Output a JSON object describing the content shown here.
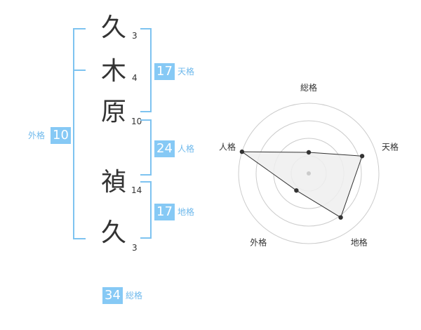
{
  "name": {
    "chars": [
      {
        "char": "久",
        "strokes": "3"
      },
      {
        "char": "木",
        "strokes": "4"
      },
      {
        "char": "原",
        "strokes": "10"
      },
      {
        "char": "禎",
        "strokes": "14"
      },
      {
        "char": "久",
        "strokes": "3"
      }
    ]
  },
  "fortunes": {
    "tenkaku": {
      "label": "天格",
      "value": "17"
    },
    "jinkaku": {
      "label": "人格",
      "value": "24"
    },
    "chikaku": {
      "label": "地格",
      "value": "17"
    },
    "gaikaku": {
      "label": "外格",
      "value": "10"
    },
    "soukaku": {
      "label": "総格",
      "value": "34"
    }
  },
  "colors": {
    "accent": "#86c9f5",
    "accent_text": "#6fb9ec",
    "grid": "#cccccc",
    "polygon_fill": "#eeeeee",
    "polygon_stroke": "#333333"
  },
  "chart_data": {
    "type": "radar",
    "axes": [
      "総格",
      "天格",
      "地格",
      "外格",
      "人格"
    ],
    "max": 4,
    "rings": 4,
    "values": [
      1.2,
      3.2,
      3.1,
      1.2,
      4.0
    ]
  }
}
